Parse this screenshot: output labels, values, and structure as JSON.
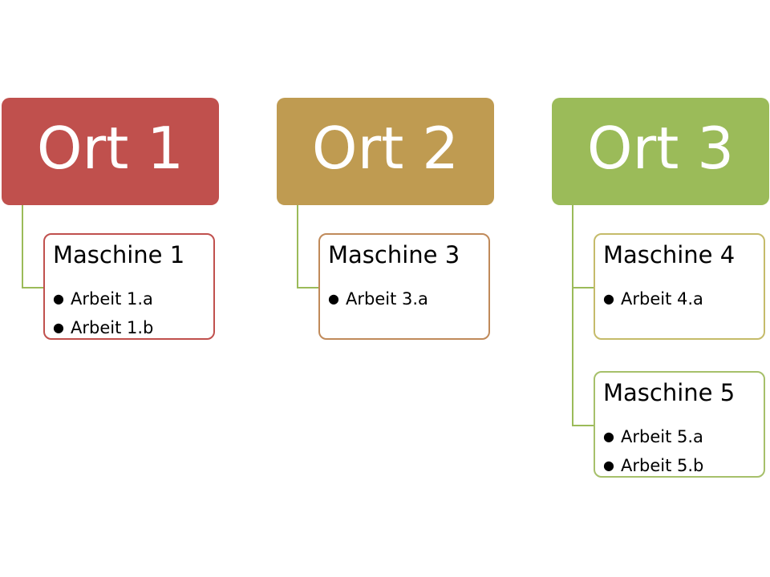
{
  "colors": {
    "ort1": "#c0504d",
    "ort2": "#bf9b51",
    "ort3": "#9bbb59",
    "connector": "#9bbb59",
    "maschine1_border": "#c0504d",
    "maschine3_border": "#c08a5a",
    "maschine4_border": "#c5bb6a",
    "maschine5_border": "#a6c06a"
  },
  "locations": [
    {
      "title": "Ort 1",
      "machines": [
        {
          "title": "Maschine 1",
          "tasks": [
            "Arbeit 1.a",
            "Arbeit 1.b"
          ]
        }
      ]
    },
    {
      "title": "Ort 2",
      "machines": [
        {
          "title": "Maschine 3",
          "tasks": [
            "Arbeit 3.a"
          ]
        }
      ]
    },
    {
      "title": "Ort 3",
      "machines": [
        {
          "title": "Maschine 4",
          "tasks": [
            "Arbeit 4.a"
          ]
        },
        {
          "title": "Maschine 5",
          "tasks": [
            "Arbeit 5.a",
            "Arbeit 5.b"
          ]
        }
      ]
    }
  ]
}
